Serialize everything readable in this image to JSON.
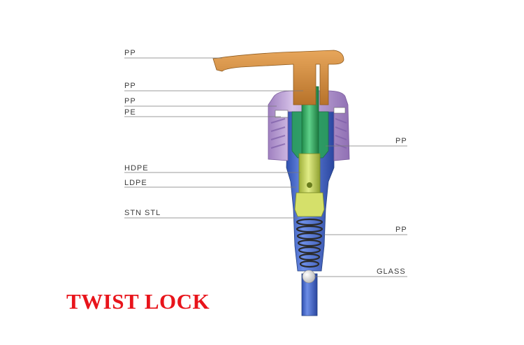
{
  "diagram": {
    "title": "TWIST LOCK",
    "title_color": "#e8141b",
    "left_labels": [
      {
        "id": "actuator",
        "text": "PP"
      },
      {
        "id": "stem",
        "text": "PP"
      },
      {
        "id": "closure",
        "text": "PP"
      },
      {
        "id": "gasket",
        "text": "PE"
      },
      {
        "id": "piston",
        "text": "HDPE"
      },
      {
        "id": "valve",
        "text": "LDPE"
      },
      {
        "id": "spring",
        "text": "STN STL"
      }
    ],
    "right_labels": [
      {
        "id": "collar",
        "text": "PP"
      },
      {
        "id": "housing",
        "text": "PP"
      },
      {
        "id": "ball",
        "text": "GLASS"
      }
    ],
    "colors": {
      "actuator": "#d7913a",
      "stem": "#3fb36c",
      "closure": "#b89ad2",
      "housing": "#4a6fd0",
      "piston": "#c7d65a",
      "ball": "#d9d9d9",
      "leader_line": "#7a7a7a"
    }
  }
}
